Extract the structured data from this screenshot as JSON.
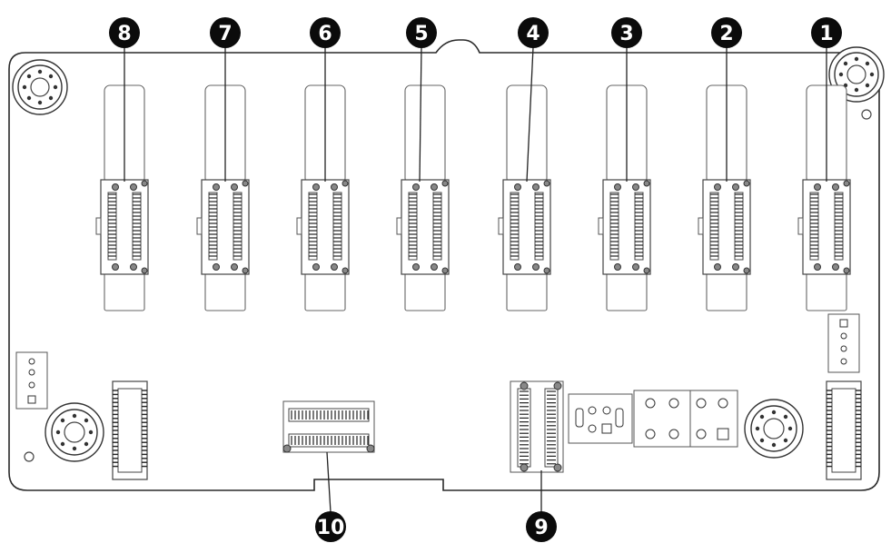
{
  "callouts": [
    {
      "id": "1",
      "label": "1"
    },
    {
      "id": "2",
      "label": "2"
    },
    {
      "id": "3",
      "label": "3"
    },
    {
      "id": "4",
      "label": "4"
    },
    {
      "id": "5",
      "label": "5"
    },
    {
      "id": "6",
      "label": "6"
    },
    {
      "id": "7",
      "label": "7"
    },
    {
      "id": "8",
      "label": "8"
    },
    {
      "id": "9",
      "label": "9"
    },
    {
      "id": "10",
      "label": "10"
    }
  ],
  "colors": {
    "outline": "#2a2a2a",
    "callout_fill": "#0b0b0b",
    "callout_text": "#ffffff",
    "background": "#ffffff"
  }
}
